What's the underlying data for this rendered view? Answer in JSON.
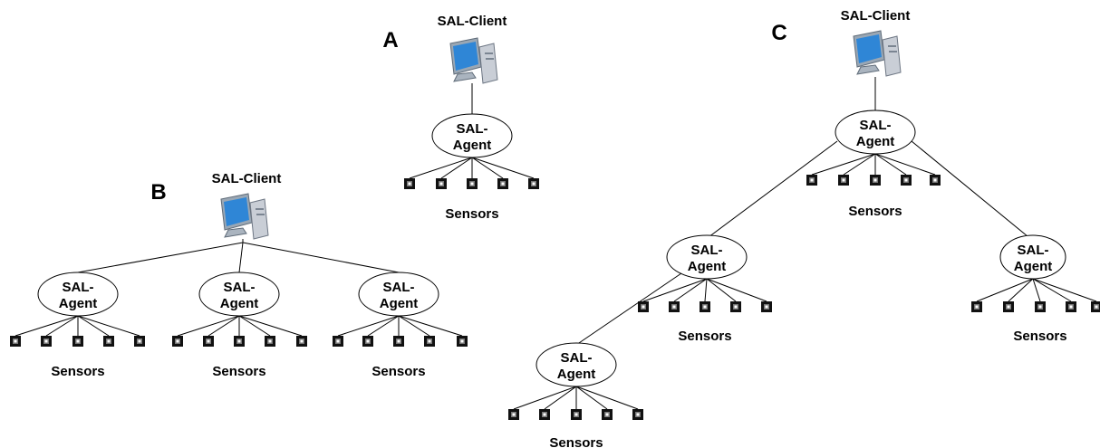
{
  "labels": {
    "client": "SAL-Client",
    "agent_line1": "SAL-",
    "agent_line2": "Agent",
    "sensors": "Sensors"
  },
  "colors": {
    "line": "#000000",
    "sensor_fill": "#111111",
    "sensor_highlight": "#ffffff",
    "monitor_frame": "#9aa7b4",
    "monitor_screen": "#2f86d6",
    "tower": "#c9ced6"
  },
  "diagrams": [
    {
      "id": "A",
      "letter": "A"
    },
    {
      "id": "B",
      "letter": "B"
    },
    {
      "id": "C",
      "letter": "C"
    }
  ],
  "icons": {
    "client": "computer-icon",
    "sensor": "sensor-icon"
  }
}
